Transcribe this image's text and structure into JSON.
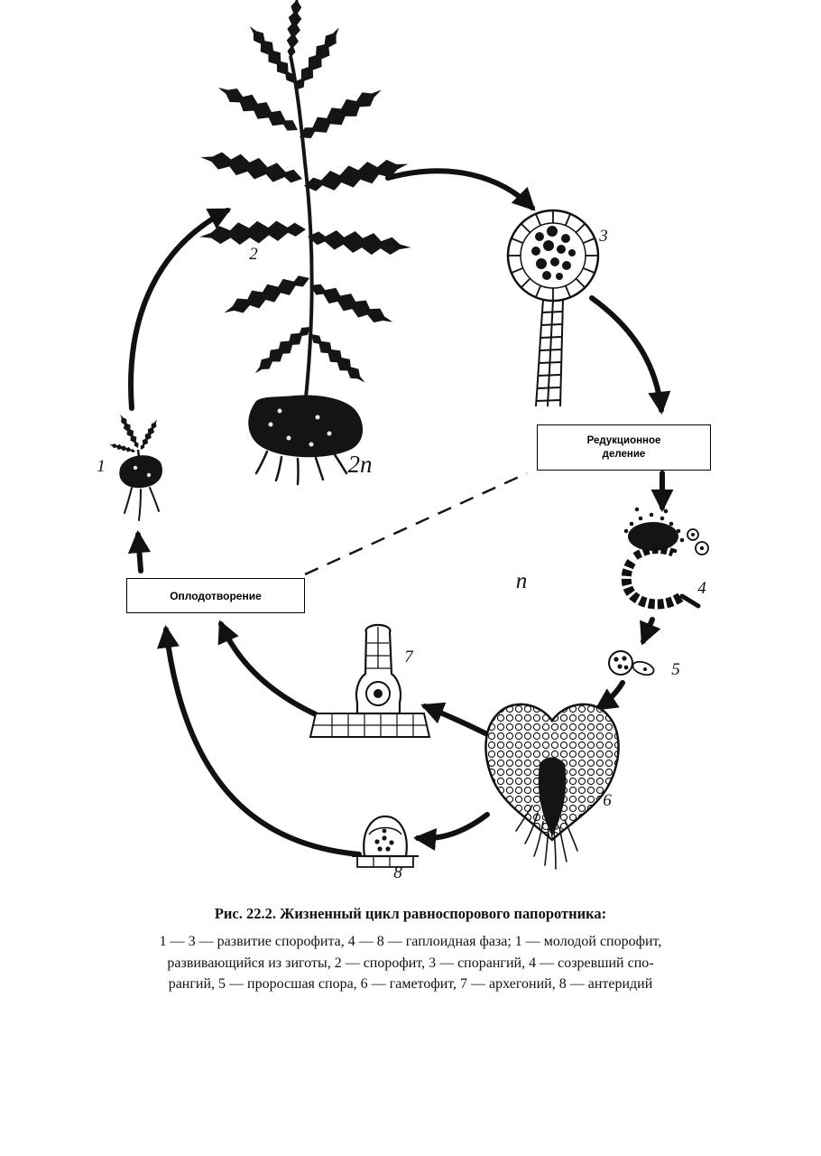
{
  "figure": {
    "ploidy": {
      "diploid": "2n",
      "haploid": "n"
    },
    "boxes": {
      "reduction_division": "Редукционное деление",
      "fertilization": "Оплодотворение"
    },
    "stages": {
      "n1": "1",
      "n2": "2",
      "n3": "3",
      "n4": "4",
      "n5": "5",
      "n6": "6",
      "n7": "7",
      "n8": "8"
    }
  },
  "caption": {
    "title": "Рис. 22.2. Жизненный цикл равноспорового папоротника:",
    "lines": [
      "1 — 3 — развитие спорофита, 4 — 8 — гаплоидная фаза; 1 — молодой спорофит,",
      "развивающийся из зиготы, 2 — спорофит, 3 — спорангий, 4 — созревший спо-",
      "рангий, 5 — проросшая спора, 6 — гаметофит, 7 — архегоний, 8 — антеридий"
    ]
  }
}
